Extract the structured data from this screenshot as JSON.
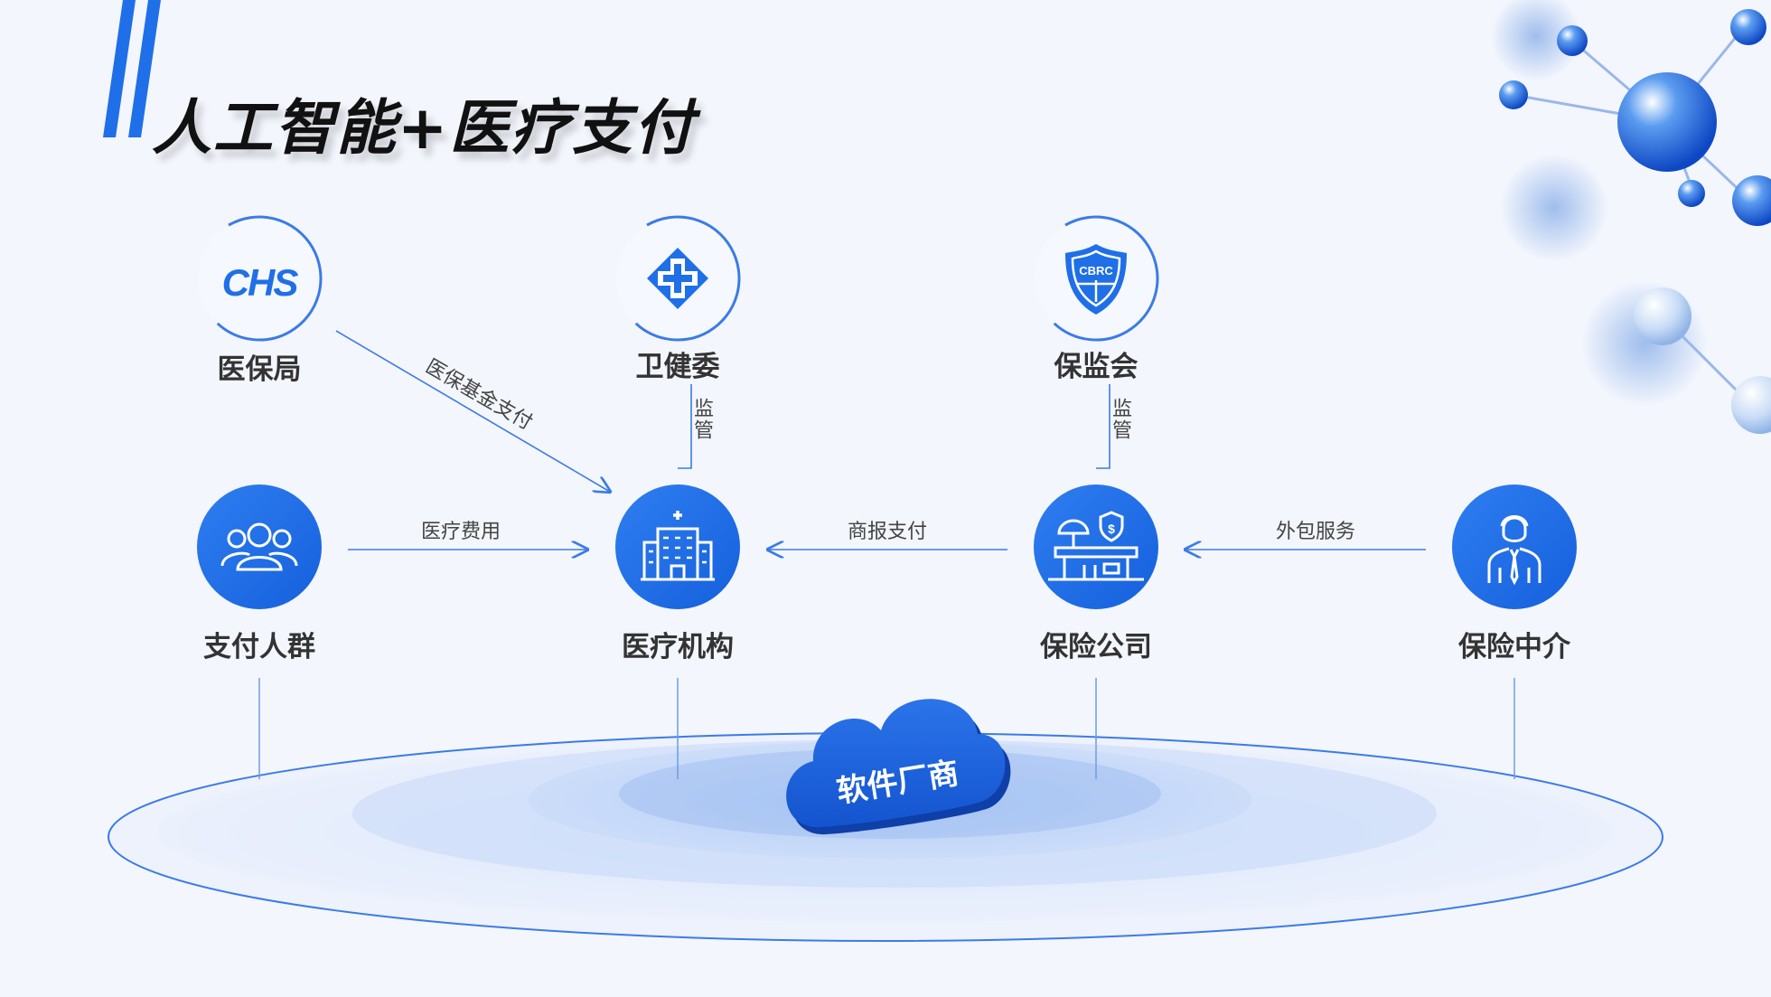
{
  "title": "人工智能+医疗支付",
  "nodes": {
    "bureau": "医保局",
    "health_commission": "卫健委",
    "regulator": "保监会",
    "payers": "支付人群",
    "hospital": "医疗机构",
    "insurer": "保险公司",
    "broker": "保险中介"
  },
  "icon_text": {
    "chs": "CHS",
    "cbrc": "CBRC"
  },
  "edges": {
    "fund_payment": "医保基金支付",
    "medical_fee": "医疗费用",
    "commercial_payment": "商报支付",
    "outsourcing": "外包服务",
    "supervise_1": "监管",
    "supervise_2": "监管"
  },
  "platform": "软件厂商",
  "colors": {
    "accent": "#1f6fe8",
    "title_bar": "#1f6fe8",
    "text": "#333333"
  }
}
